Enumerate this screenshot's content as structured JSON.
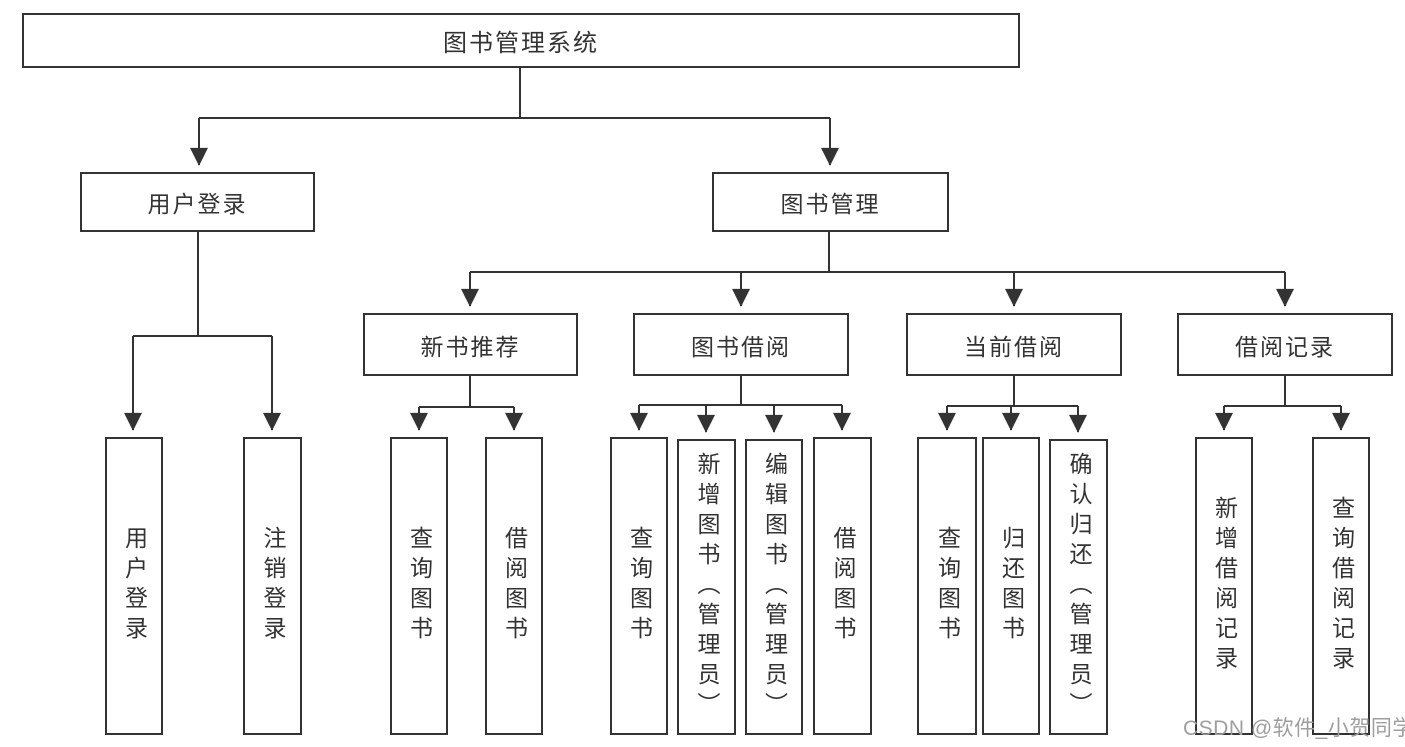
{
  "diagram_type": "hierarchy-tree",
  "nodes": {
    "root": "图书管理系统",
    "level2": {
      "user_login": "用户登录",
      "book_mgmt": "图书管理"
    },
    "level3": [
      "新书推荐",
      "图书借阅",
      "当前借阅",
      "借阅记录"
    ],
    "leaves_user_login": [
      "用户登录",
      "注销登录"
    ],
    "leaves_new_book": [
      "查询图书",
      "借阅图书"
    ],
    "leaves_book_borrow": [
      "查询图书",
      "新增图书（管理员）",
      "编辑图书（管理员）",
      "借阅图书"
    ],
    "leaves_current_borrow": [
      "查询图书",
      "归还图书",
      "确认归还（管理员）"
    ],
    "leaves_borrow_records": [
      "新增借阅记录",
      "查询借阅记录"
    ]
  },
  "watermark": "CSDN @软件_小贺同学",
  "colors": {
    "line": "#333333",
    "box_border": "#333333",
    "text": "#333333",
    "watermark": "#9e9e9e",
    "background": "#ffffff"
  }
}
